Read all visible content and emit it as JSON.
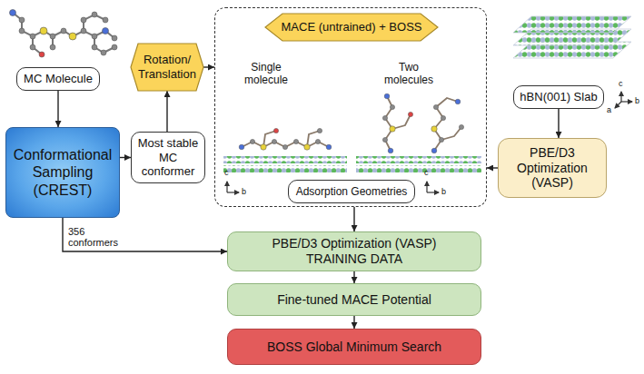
{
  "diagram": {
    "nodes": [
      {
        "text": [
          "MC Molecule"
        ]
      },
      {
        "text": [
          "Rotation/ Translation"
        ]
      },
      {
        "text": [
          "Single molecule",
          "Two molecules"
        ]
      },
      {
        "text": [
          "MACE (untrained) + BOSS"
        ],
        "in": 2
      },
      {
        "text": [
          "Adsorption Geometries"
        ],
        "in": 2
      },
      {
        "text": [
          "hBN(001) Slab"
        ]
      },
      {
        "text": [
          "Conformational Sampling (CREST)"
        ]
      },
      {
        "text": [
          "Most stable MC conformer"
        ]
      },
      {
        "text": [
          "PBE/D3 Optimization (VASP)"
        ]
      },
      {
        "text": [
          "PBE/D3 Optimization (VASP)",
          "TRAINING DATA"
        ]
      },
      {
        "text": [
          "Fine-tuned MACE Potential"
        ]
      },
      {
        "text": [
          "BOSS Global Minimum Search"
        ]
      }
    ],
    "edges": [
      {
        "from": 0,
        "to": 6,
        "arrow": "to"
      },
      {
        "from": 6,
        "to": 7,
        "arrow": "to"
      },
      {
        "from": 7,
        "to": 1,
        "arrow": "to"
      },
      {
        "from": 1,
        "to": 2,
        "arrow": "to"
      },
      {
        "from": 5,
        "to": 8,
        "arrow": "to"
      },
      {
        "from": 8,
        "to": 2,
        "arrow": "to"
      },
      {
        "from": 2,
        "to": 9,
        "arrow": "to"
      },
      {
        "from": 6,
        "to": 9,
        "label": "356 conformers",
        "arrow": "to"
      },
      {
        "from": 9,
        "to": 10,
        "arrow": "to"
      },
      {
        "from": 10,
        "to": 11,
        "arrow": "to"
      }
    ],
    "labels": [
      "c",
      "b",
      "c",
      "b",
      "c",
      "b",
      "a"
    ]
  }
}
